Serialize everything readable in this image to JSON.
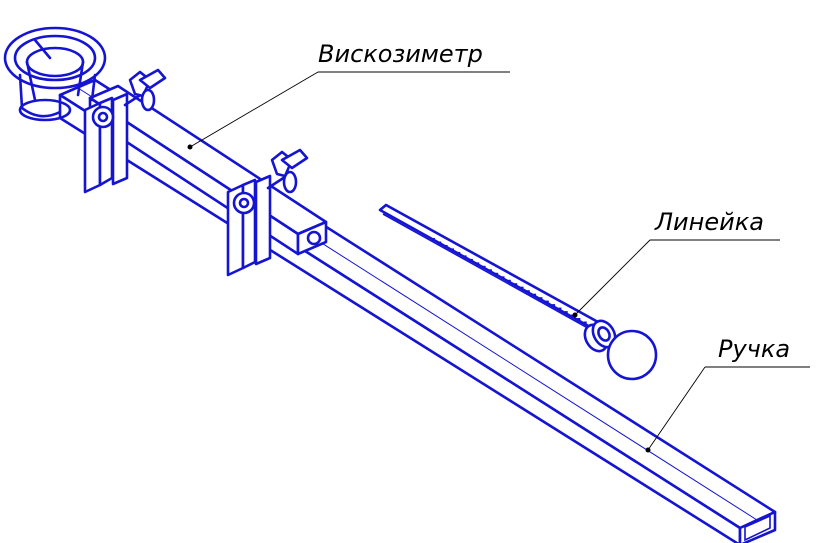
{
  "labels": {
    "viscometer": "Вискозиметр",
    "ruler": "Линейка",
    "handle": "Ручка"
  },
  "colors": {
    "outline": "#1414d2",
    "leader": "#000000",
    "background": "#ffffff"
  }
}
